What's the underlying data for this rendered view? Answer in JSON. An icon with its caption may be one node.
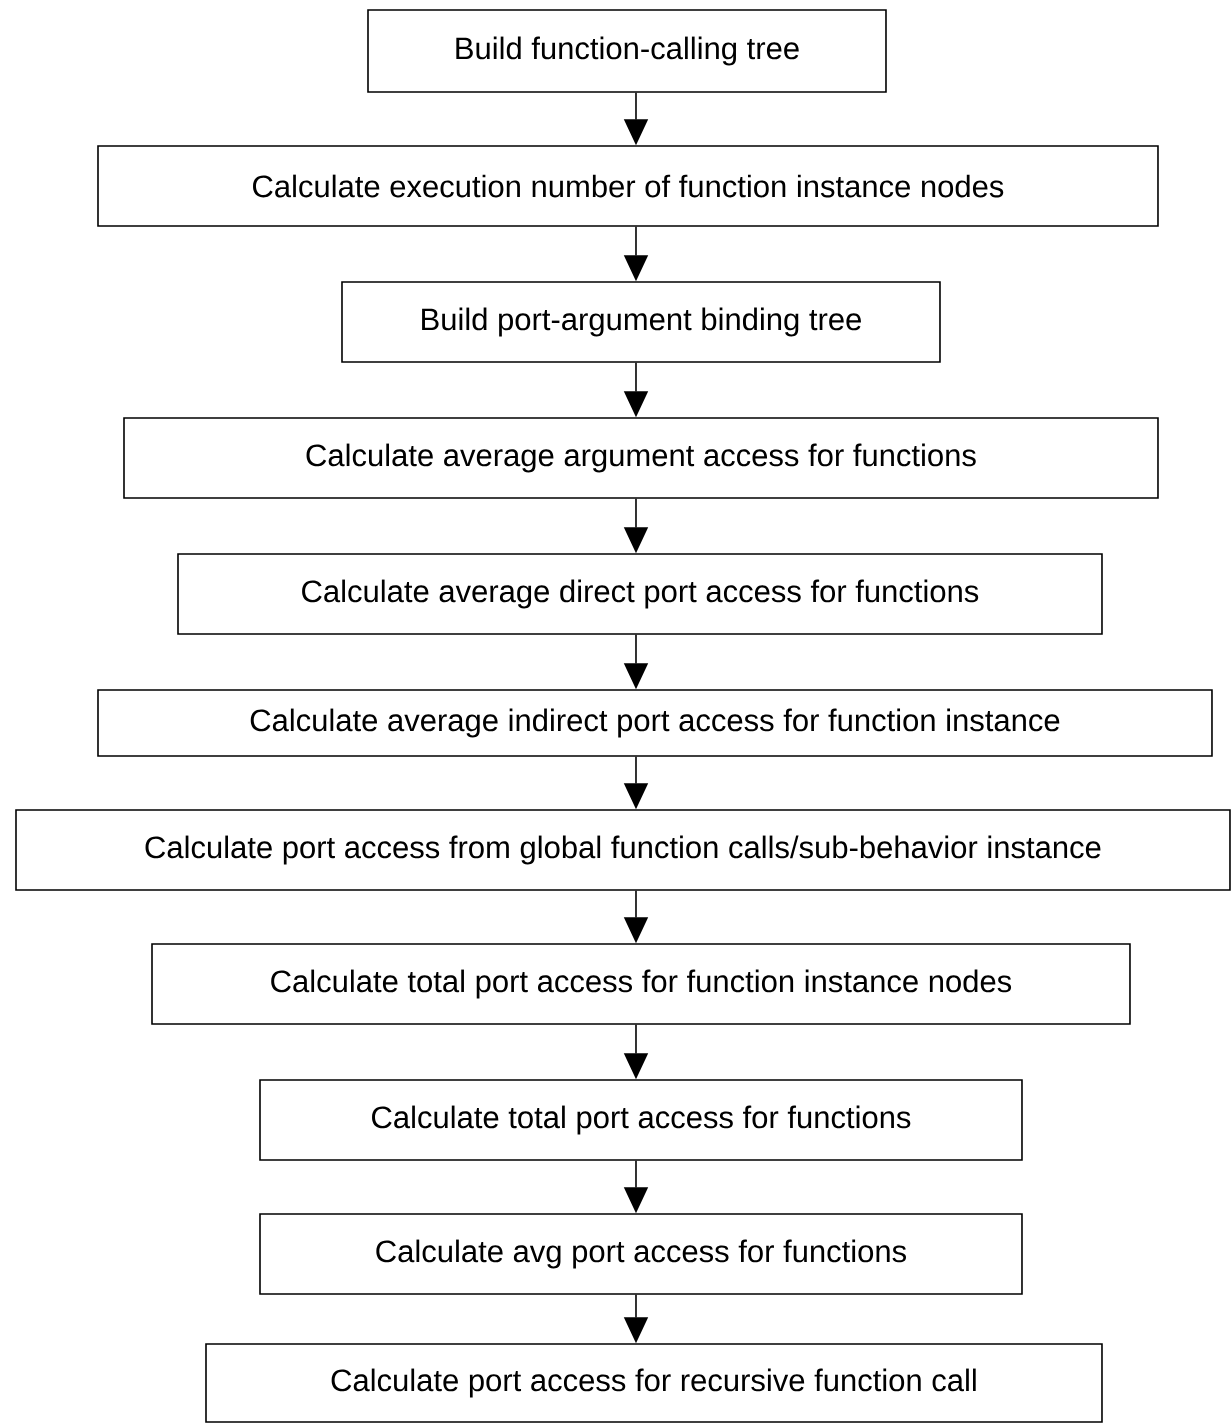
{
  "diagram": {
    "nodes": [
      {
        "text": [
          "Build function-calling tree"
        ]
      },
      {
        "text": [
          "Calculate execution number of function instance nodes"
        ]
      },
      {
        "text": [
          "Build port-argument binding tree"
        ]
      },
      {
        "text": [
          "Calculate average argument access for functions"
        ]
      },
      {
        "text": [
          "Calculate average direct port access for functions"
        ]
      },
      {
        "text": [
          "Calculate average indirect port access for function instance"
        ]
      },
      {
        "text": [
          "Calculate port access from global function calls/sub-behavior instance"
        ]
      },
      {
        "text": [
          "Calculate total port access for function instance nodes"
        ]
      },
      {
        "text": [
          "Calculate total port access for functions"
        ]
      },
      {
        "text": [
          "Calculate avg port access for functions"
        ]
      },
      {
        "text": [
          "Calculate port access for recursive function call"
        ]
      }
    ],
    "edges": [
      {
        "from": 0,
        "to": 1,
        "arrow": "to"
      },
      {
        "from": 1,
        "to": 2,
        "arrow": "to"
      },
      {
        "from": 2,
        "to": 3,
        "arrow": "to"
      },
      {
        "from": 3,
        "to": 4,
        "arrow": "to"
      },
      {
        "from": 4,
        "to": 5,
        "arrow": "to"
      },
      {
        "from": 5,
        "to": 6,
        "arrow": "to"
      },
      {
        "from": 6,
        "to": 7,
        "arrow": "to"
      },
      {
        "from": 7,
        "to": 8,
        "arrow": "to"
      },
      {
        "from": 8,
        "to": 9,
        "arrow": "to"
      },
      {
        "from": 9,
        "to": 10,
        "arrow": "to"
      }
    ]
  }
}
